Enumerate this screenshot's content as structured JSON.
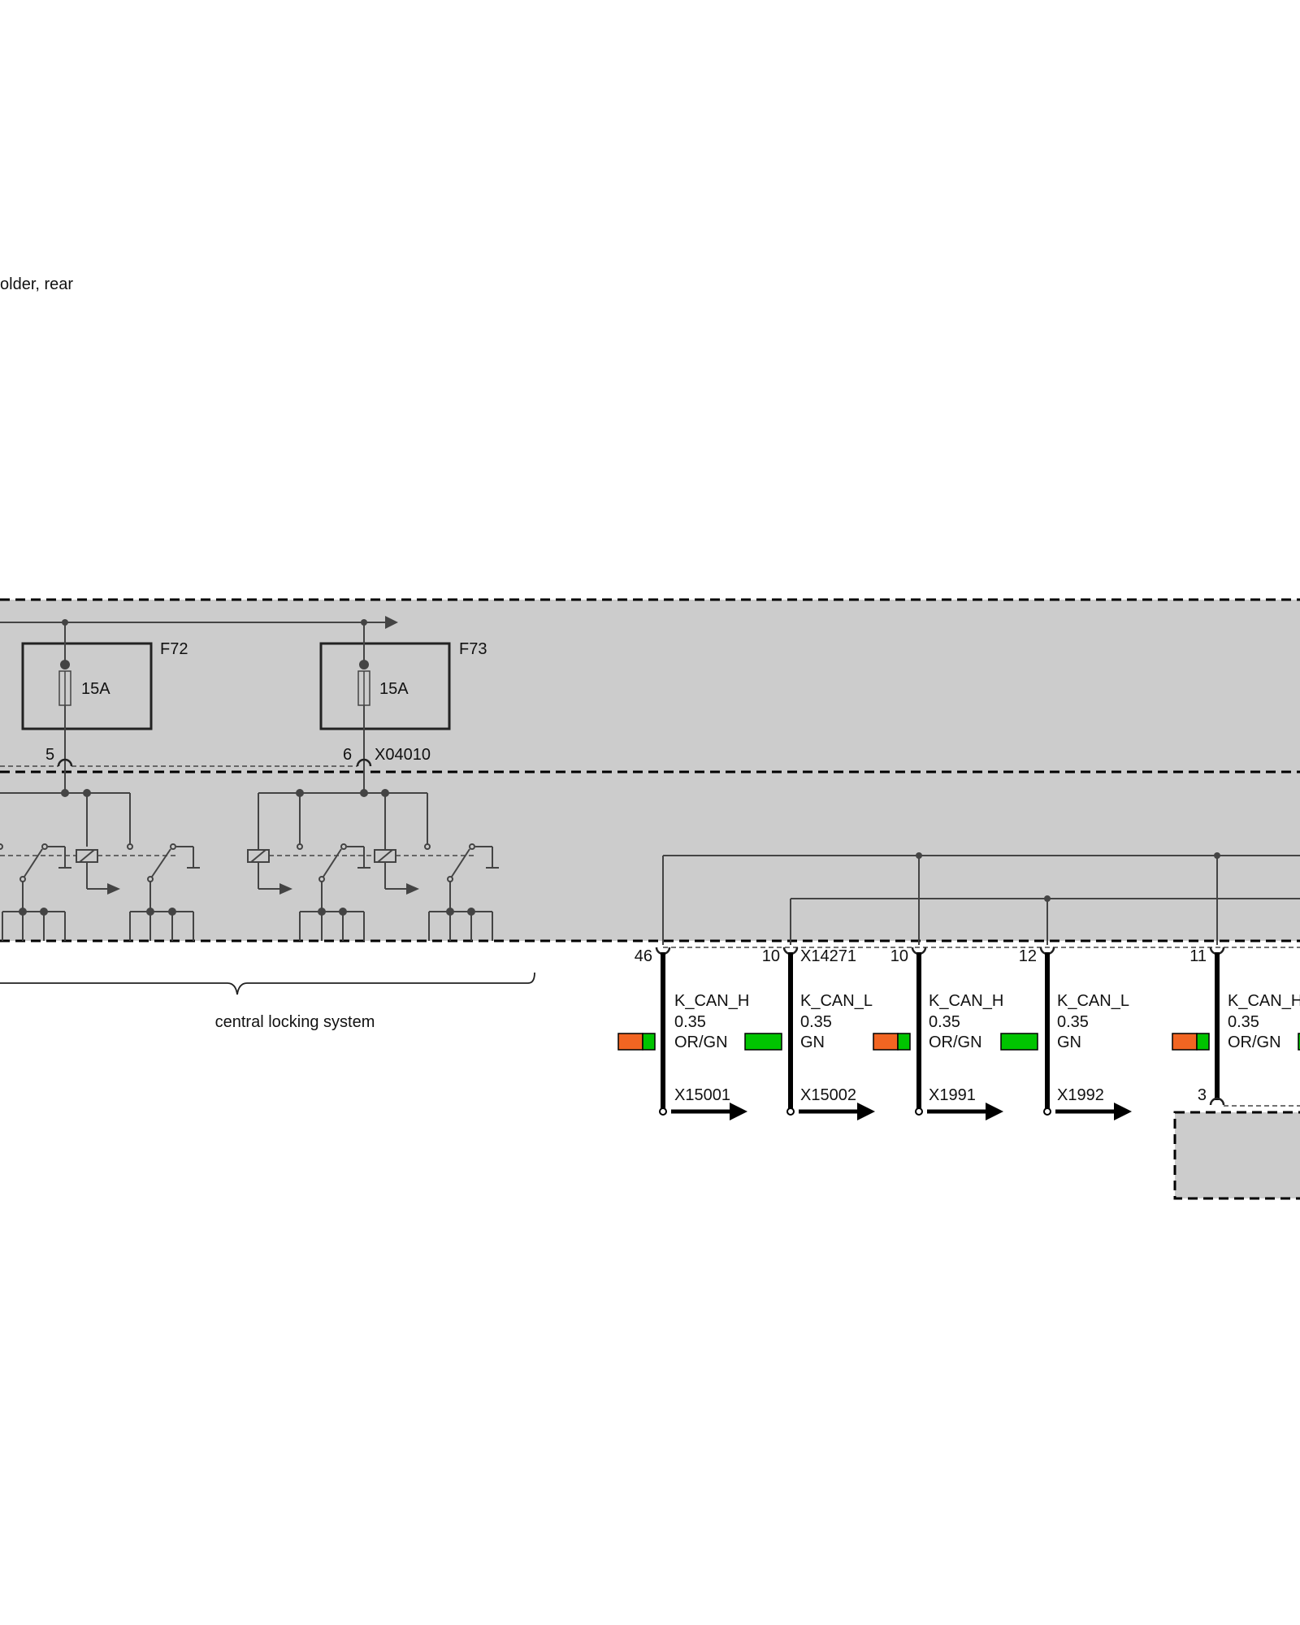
{
  "header": {
    "title_fragment": "older, rear"
  },
  "colors": {
    "module_fill": "#cccccc",
    "wire_thin": "#444444",
    "wire_bus": "#000000",
    "orange": "#f26522",
    "green": "#00c400"
  },
  "fuses": [
    {
      "id": "F72",
      "rating": "15A",
      "pin": "5"
    },
    {
      "id": "F73",
      "rating": "15A",
      "pin": "6"
    }
  ],
  "connector_top": "X04010",
  "brace_label": "central locking system",
  "connector_bus": "X14271",
  "bus_wires": [
    {
      "pin": "46",
      "signal": "K_CAN_H",
      "gauge": "0.35",
      "color_code": "OR/GN",
      "target": "X15001",
      "swatch": [
        "orange",
        "green"
      ]
    },
    {
      "pin": "10",
      "signal": "K_CAN_L",
      "gauge": "0.35",
      "color_code": "GN",
      "target": "X15002",
      "swatch": [
        "green"
      ]
    },
    {
      "pin": "10",
      "signal": "K_CAN_H",
      "gauge": "0.35",
      "color_code": "OR/GN",
      "target": "X1991",
      "swatch": [
        "orange",
        "green"
      ]
    },
    {
      "pin": "12",
      "signal": "K_CAN_L",
      "gauge": "0.35",
      "color_code": "GN",
      "target": "X1992",
      "swatch": [
        "green"
      ]
    },
    {
      "pin": "11",
      "signal": "K_CAN_H",
      "gauge": "0.35",
      "color_code": "OR/GN",
      "target": "",
      "bottom_pin": "3",
      "swatch": [
        "orange",
        "green"
      ]
    }
  ]
}
